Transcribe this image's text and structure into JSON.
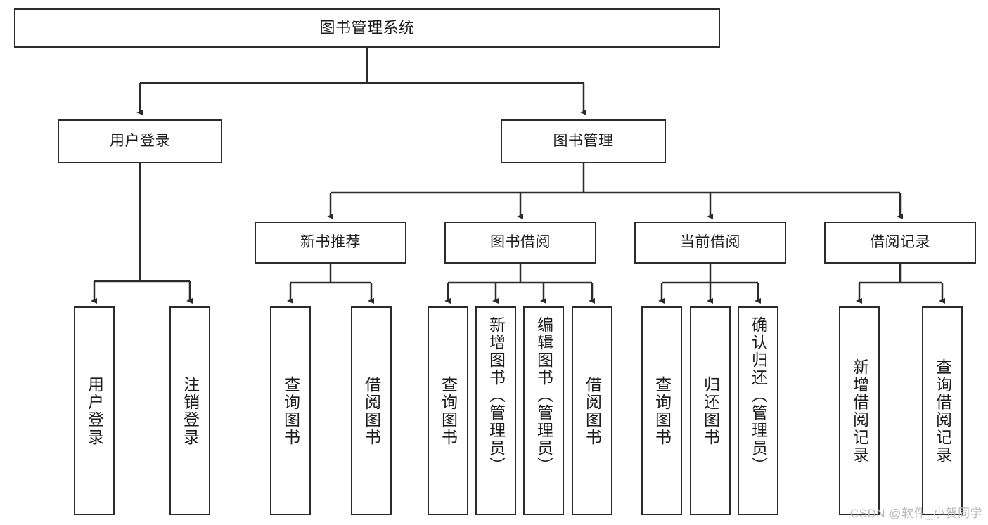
{
  "diagram": {
    "title": "图书管理系统",
    "type": "tree",
    "style": {
      "border_color": "#2b2b2b",
      "text_color": "#1c1c1c",
      "background": "#ffffff",
      "watermark_color": "#b9b9b9"
    },
    "root": {
      "label": "图书管理系统"
    },
    "level1": [
      {
        "label": "用户登录"
      },
      {
        "label": "图书管理"
      }
    ],
    "level2": [
      {
        "label": "新书推荐"
      },
      {
        "label": "图书借阅"
      },
      {
        "label": "当前借阅"
      },
      {
        "label": "借阅记录"
      }
    ],
    "leaves": {
      "user_login": [
        {
          "label": "用户登录"
        },
        {
          "label": "注销登录"
        }
      ],
      "new_book": [
        {
          "label": "查询图书"
        },
        {
          "label": "借阅图书"
        }
      ],
      "borrow_book": [
        {
          "label": "查询图书"
        },
        {
          "label": "新增图书（管理员）"
        },
        {
          "label": "编辑图书（管理员）"
        },
        {
          "label": "借阅图书"
        }
      ],
      "current_borrow": [
        {
          "label": "查询图书"
        },
        {
          "label": "归还图书"
        },
        {
          "label": "确认归还（管理员）"
        }
      ],
      "borrow_record": [
        {
          "label": "新增借阅记录"
        },
        {
          "label": "查询借阅记录"
        }
      ]
    }
  },
  "watermark": {
    "text": "CSDN @软件_小贺同学"
  }
}
